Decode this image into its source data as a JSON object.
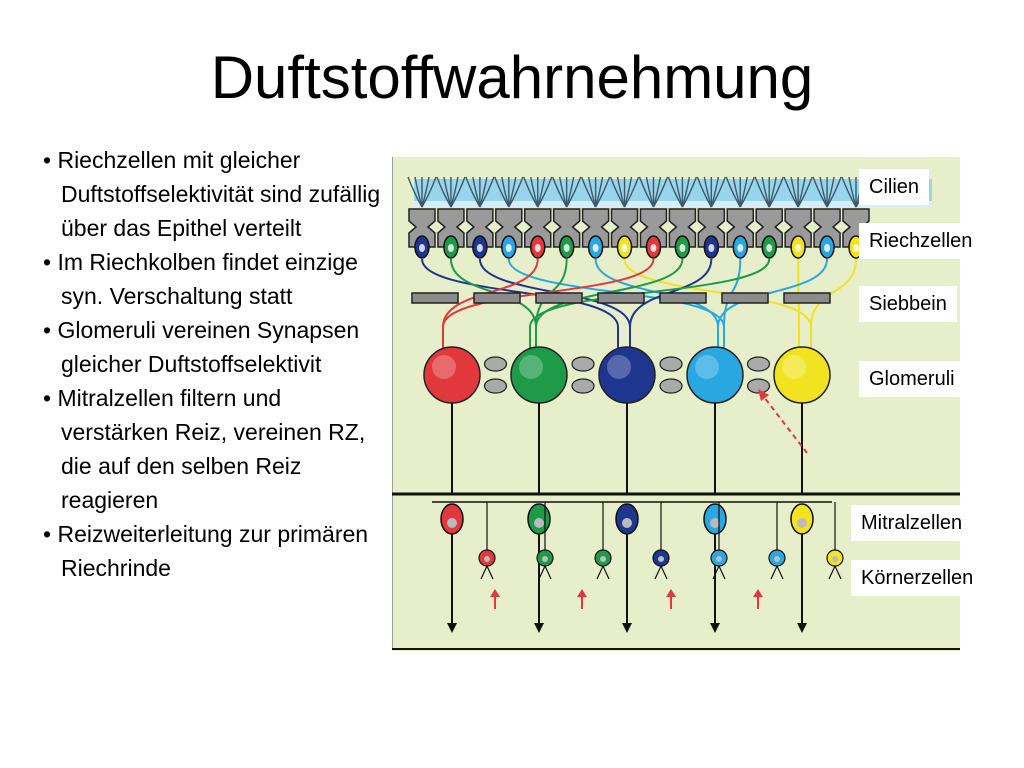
{
  "title": "Duftstoffwahrnehmung",
  "bullets": [
    "Riechzellen mit gleicher Duftstoffselektivität sind zufällig über das Epithel verteilt",
    "Im Riechkolben findet einzige syn. Verschaltung statt",
    "Glomeruli vereinen Synapsen gleicher Duftstoffselektivit",
    "Mitralzellen filtern und verstärken Reiz, vereinen RZ, die auf den selben Reiz reagieren",
    "Reizweiterleitung zur primären Riechrinde"
  ],
  "labels": {
    "cilien": "Cilien",
    "riechzellen": "Riechzellen",
    "siebbein": "Siebbein",
    "glomeruli": "Glomeruli",
    "mitralzellen": "Mitralzellen",
    "koernerzellen": "Körnerzellen"
  },
  "colors": {
    "background": "#e6efca",
    "cilia": "#8fd0ee",
    "red": "#e0383d",
    "green": "#1e9a48",
    "blue": "#1f3690",
    "lightblue": "#29a7e1",
    "yellow": "#f2e320",
    "gray": "#8c8c8c"
  },
  "receptor_sequence": [
    "blue",
    "green",
    "blue",
    "lightblue",
    "red",
    "green",
    "lightblue",
    "yellow",
    "red",
    "green",
    "blue",
    "lightblue",
    "green",
    "yellow",
    "lightblue",
    "yellow"
  ]
}
